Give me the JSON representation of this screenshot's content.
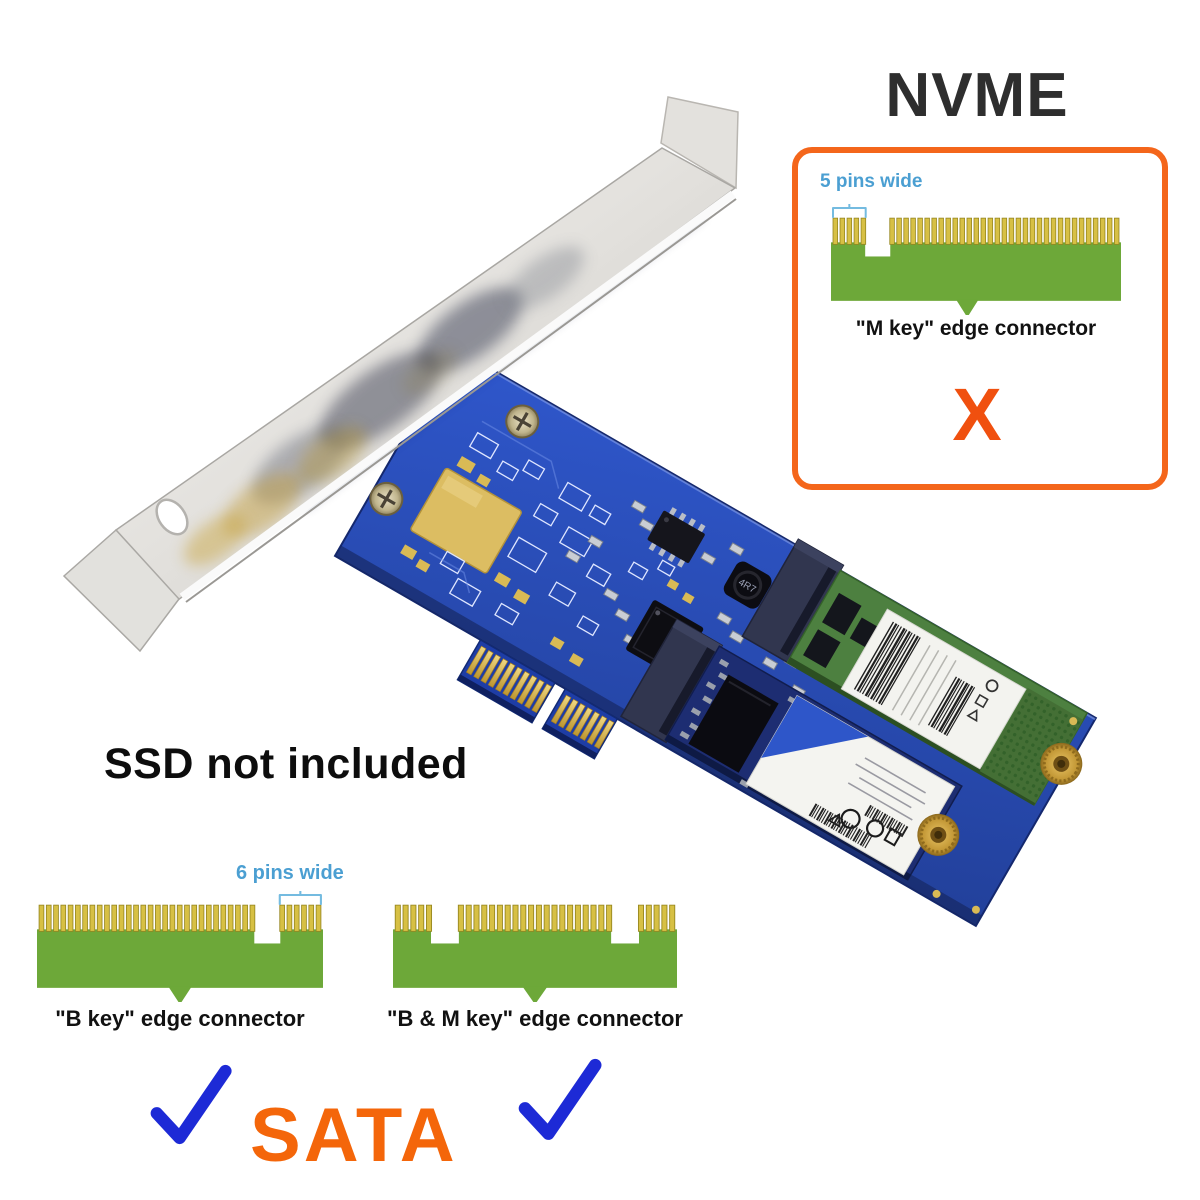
{
  "page": {
    "background": "#ffffff"
  },
  "colors": {
    "heading_text": "#2e2e2e",
    "diagram_label_text": "#111111",
    "pins_label_blue": "#4b9fd2",
    "bracket_blue": "#74bbe0",
    "connector_green": "#6da839",
    "pin_gold": "#d7c044",
    "pin_edge": "#96861f",
    "box_orange": "#f4661b",
    "x_orange": "#f0500f",
    "sata_orange": "#f4660a",
    "check_blue": "#1d2ad6",
    "pcb_blue": "#2b50c0",
    "bracket_silver": "#e9e8e5",
    "ssd_green": "#4d8040",
    "ssd_navy": "#1d2d72",
    "standoff_gold": "#c29735"
  },
  "nvme_section": {
    "title": "NVME",
    "verdict": "X"
  },
  "diagrams": [
    {
      "key": "m_key",
      "label": "\"M key\" edge connector",
      "pins_label": "5 pins wide",
      "groups": [
        5,
        33
      ],
      "bracket_group": 0,
      "notch_frac": 0.47,
      "compatible": false
    },
    {
      "key": "b_key",
      "label": "\"B key\" edge connector",
      "pins_label": "6 pins wide",
      "groups": [
        30,
        6
      ],
      "bracket_group": 1,
      "notch_frac": 0.5,
      "compatible": true
    },
    {
      "key": "b_m_key",
      "label": "\"B & M key\" edge connector",
      "groups": [
        5,
        20,
        5
      ],
      "notch_frac": 0.5,
      "compatible": true
    }
  ],
  "photo": {
    "caption": "SSD not included",
    "inductor_label": "4R7"
  },
  "sata_section": {
    "label": "SATA"
  }
}
